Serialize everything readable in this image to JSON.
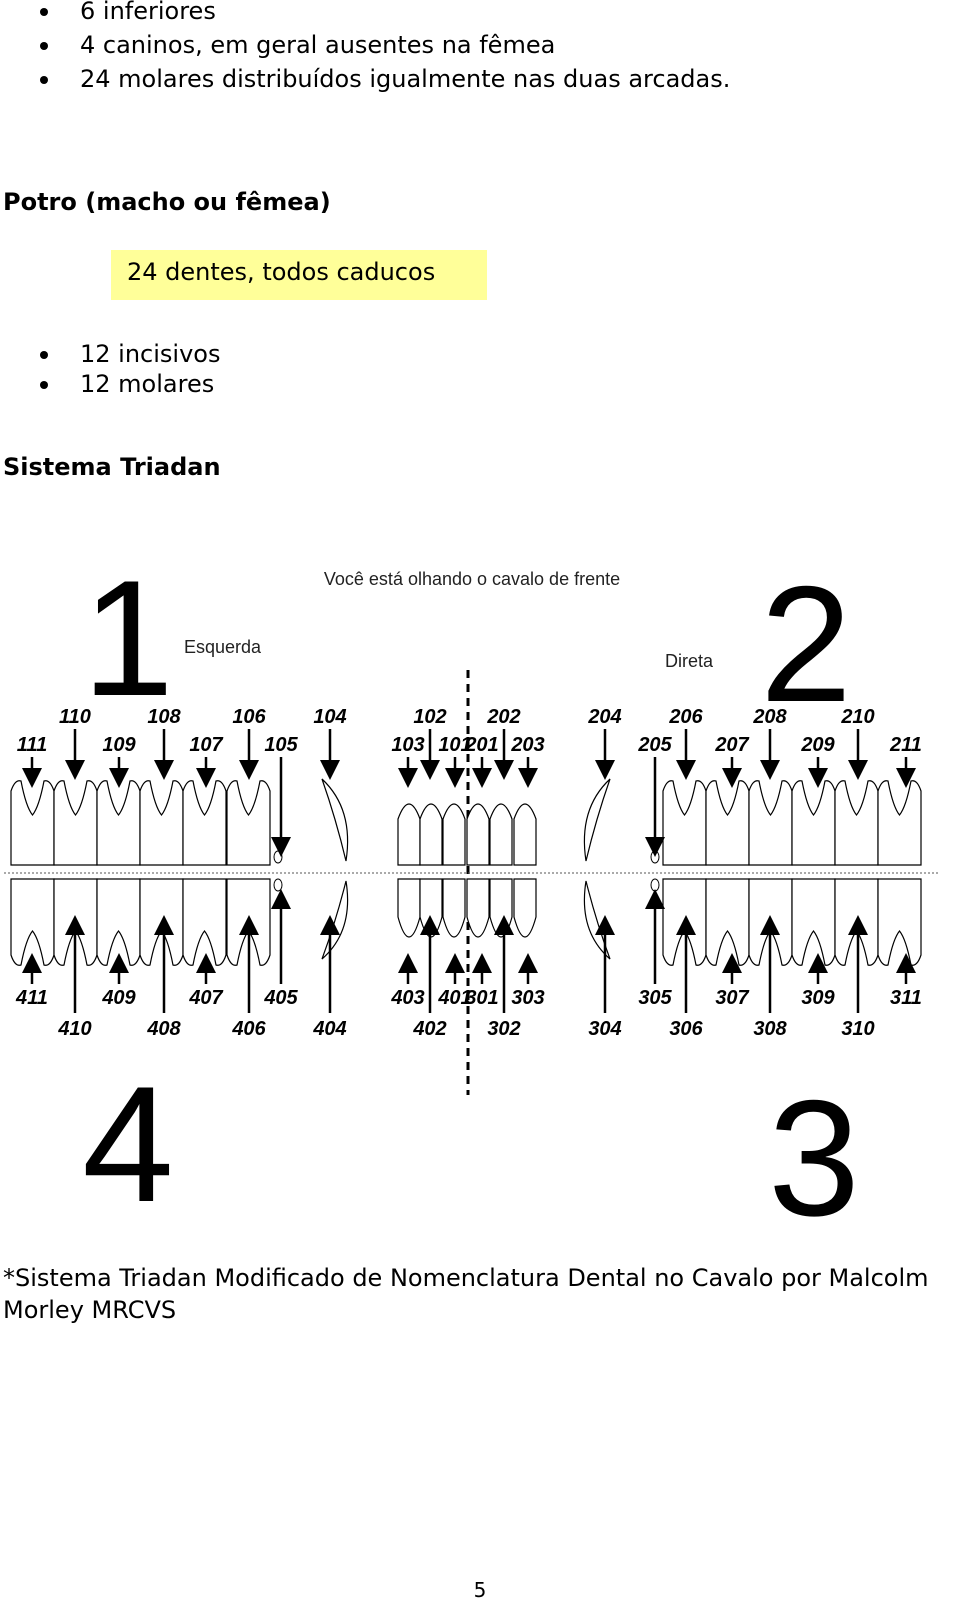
{
  "top_list": [
    "6 inferiores",
    "4 caninos, em geral ausentes na fêmea",
    "24 molares distribuídos igualmente nas duas arcadas."
  ],
  "foal_heading": "Potro (macho ou fêmea)",
  "foal_highlight": "24 dentes, todos caducos",
  "foal_list": [
    "12 incisivos",
    "12 molares"
  ],
  "triadan_heading": "Sistema Triadan",
  "diagram": {
    "caption": "Você está olhando o cavalo de frente",
    "left_label": "Esquerda",
    "right_label": "Direta",
    "quadrant_numbers": [
      "1",
      "2",
      "3",
      "4"
    ],
    "upper_top_row": [
      "110",
      "108",
      "106",
      "104",
      "102",
      "202",
      "204",
      "206",
      "208",
      "210"
    ],
    "upper_bottom_row": [
      "111",
      "109",
      "107",
      "105",
      "103",
      "101",
      "201",
      "203",
      "205",
      "207",
      "209",
      "211"
    ],
    "lower_top_row": [
      "411",
      "409",
      "407",
      "405",
      "403",
      "401",
      "301",
      "303",
      "305",
      "307",
      "309",
      "311"
    ],
    "lower_bottom_row": [
      "410",
      "408",
      "406",
      "404",
      "402",
      "302",
      "304",
      "306",
      "308",
      "310"
    ]
  },
  "footnote": "*Sistema Triadan Modificado de Nomenclatura Dental no Cavalo por Malcolm Morley MRCVS",
  "page_number": "5"
}
